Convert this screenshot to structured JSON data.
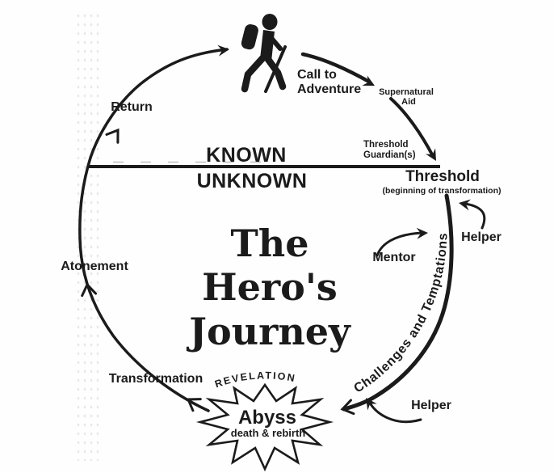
{
  "diagram": {
    "title": {
      "line1": "The",
      "line2": "Hero's",
      "line3": "Journey"
    },
    "zones": {
      "known": "KNOWN",
      "unknown": "UNKNOWN"
    },
    "stages": {
      "return": "Return",
      "call_to_adventure": {
        "line1": "Call to",
        "line2": "Adventure"
      },
      "supernatural_aid": {
        "line1": "Supernatural",
        "line2": "Aid"
      },
      "threshold_guardians": {
        "line1": "Threshold",
        "line2": "Guardian(s)"
      },
      "threshold": {
        "label": "Threshold",
        "sublabel": "(beginning of transformation)"
      },
      "helper_upper": "Helper",
      "mentor": "Mentor",
      "challenges": "Challenges and Temptations",
      "helper_lower": "Helper",
      "revelation": "REVELATION",
      "abyss": {
        "label": "Abyss",
        "sublabel": "death & rebirth"
      },
      "transformation": "Transformation",
      "atonement": "Atonement"
    },
    "colors": {
      "ink": "#1b1b1b",
      "background": "#ffffff"
    }
  }
}
